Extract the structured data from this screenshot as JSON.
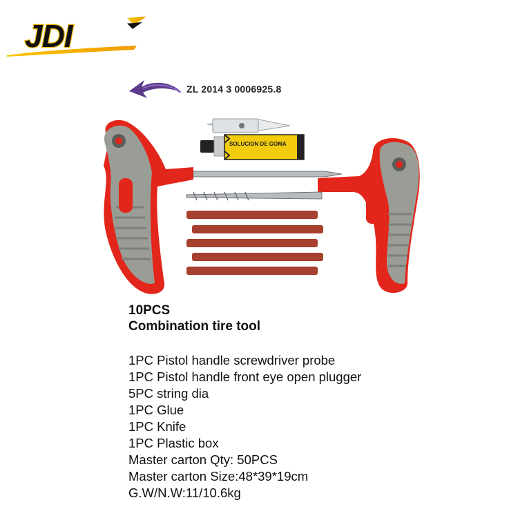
{
  "brand": {
    "logo_text": "JDI",
    "colors": {
      "primary": "#111111",
      "accent": "#f2b705"
    }
  },
  "patent": {
    "arrow_icon": "curved-arrow-left-icon",
    "arrow_color": "#5b3a8c",
    "number": "ZL 2014 3 0006925.8"
  },
  "product_image": {
    "glue_tube_label": "SOLUCION DE GOMA",
    "colors": {
      "handle_red": "#e3261b",
      "handle_grey": "#9a9d96",
      "string": "#a6402f",
      "glue_yellow": "#f4cc0f",
      "steel": "#b9bcbf"
    }
  },
  "title": {
    "count": "10PCS",
    "name": "Combination tire tool"
  },
  "specs": [
    "1PC Pistol handle screwdriver probe",
    "1PC Pistol handle front eye open plugger",
    "5PC string dia",
    "1PC Glue",
    "1PC Knife",
    "1PC Plastic box",
    "Master carton Qty: 50PCS",
    "Master carton Size:48*39*19cm",
    "G.W/N.W:11/10.6kg"
  ]
}
